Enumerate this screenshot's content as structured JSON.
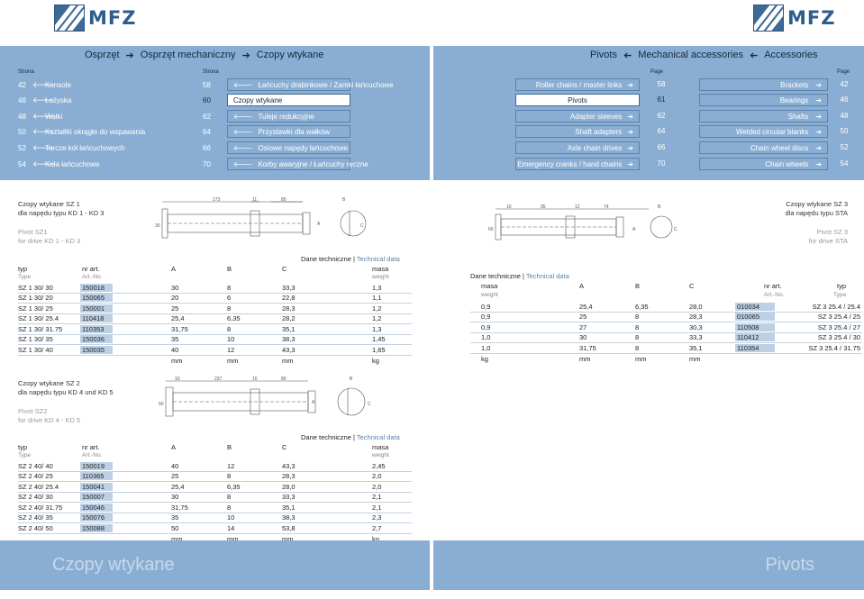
{
  "brand": {
    "left": "MFZ",
    "right": "MFZ"
  },
  "titles": {
    "pl": {
      "t1": "Osprzęt",
      "t2": "Osprzęt mechaniczny",
      "t3": "Czopy wtykane"
    },
    "en": {
      "t1": "Pivots",
      "t2": "Mechanical accessories",
      "t3": "Accessories"
    }
  },
  "nav": {
    "hdr_strona_1": "Strona",
    "hdr_strona_2": "Strona",
    "hdr_page_1": "Page",
    "hdr_page_2": "Page",
    "left": [
      {
        "n": "42",
        "label": "Konsole"
      },
      {
        "n": "46",
        "label": "Łożyska"
      },
      {
        "n": "48",
        "label": "Wałki"
      },
      {
        "n": "50",
        "label": "Kształtki okrągłe do wspawania"
      },
      {
        "n": "52",
        "label": "Tarcze kół łańcuchowych"
      },
      {
        "n": "54",
        "label": "Koła łańcuchowe"
      }
    ],
    "mid": [
      {
        "n": "58",
        "label": "Łańcuchy drabinkowe / Zamki łańcuchowe"
      },
      {
        "n": "60",
        "label": "Czopy wtykane"
      },
      {
        "n": "62",
        "label": "Tuleje redukcyjne"
      },
      {
        "n": "64",
        "label": "Przystawki dla wałków"
      },
      {
        "n": "66",
        "label": "Osiowe napędy łańcuchowe"
      },
      {
        "n": "70",
        "label": "Korby awaryjne / Łańcuchy ręczne"
      }
    ],
    "mid_en": [
      {
        "n": "58",
        "label": "Roller chains / master links"
      },
      {
        "n": "61",
        "label": "Pivots"
      },
      {
        "n": "62",
        "label": "Adapter sleeves"
      },
      {
        "n": "64",
        "label": "Shaft adapters"
      },
      {
        "n": "66",
        "label": "Axle chain drives"
      },
      {
        "n": "70",
        "label": "Emergency cranks / hand chains"
      }
    ],
    "right": [
      {
        "n": "42",
        "label": "Brackets"
      },
      {
        "n": "46",
        "label": "Bearings"
      },
      {
        "n": "48",
        "label": "Shafts"
      },
      {
        "n": "50",
        "label": "Welded circular blanks"
      },
      {
        "n": "52",
        "label": "Chain wheel discs"
      },
      {
        "n": "54",
        "label": "Chain wheels"
      }
    ]
  },
  "sz1": {
    "title_pl": "Czopy wtykane SZ 1",
    "sub_pl": "dla napędu typu KD 1 - KD 3",
    "title_en": "Pivot SZ1",
    "sub_en": "for drive KD 1 - KD 3",
    "tech": "Dane techniczne",
    "tech_en": "Technical data",
    "cols": {
      "typ": "typ",
      "type": "Type",
      "nr": "nr art.",
      "art": "Art.-No.",
      "a": "A",
      "b": "B",
      "c": "C",
      "masa": "masa",
      "weight": "weight"
    },
    "rows": [
      [
        "SZ 1 30/ 30",
        "150018",
        "30",
        "8",
        "33,3",
        "1,3"
      ],
      [
        "SZ 1 30/ 20",
        "150065",
        "20",
        "6",
        "22,8",
        "1,1"
      ],
      [
        "SZ 1 30/ 25",
        "150001",
        "25",
        "8",
        "28,3",
        "1,2"
      ],
      [
        "SZ 1 30/ 25.4",
        "110418",
        "25,4",
        "6,35",
        "28,2",
        "1,2"
      ],
      [
        "SZ 1 30/ 31.75",
        "110353",
        "31,75",
        "8",
        "35,1",
        "1,3"
      ],
      [
        "SZ 1 30/ 35",
        "150036",
        "35",
        "10",
        "38,3",
        "1,45"
      ],
      [
        "SZ 1 30/ 40",
        "150035",
        "40",
        "12",
        "43,3",
        "1,65"
      ]
    ],
    "units": [
      "mm",
      "mm",
      "mm",
      "kg"
    ],
    "dims": [
      "173",
      "11",
      "80",
      "B",
      "A",
      "C",
      "30"
    ]
  },
  "sz3": {
    "title_pl": "Czopy wtykane SZ 3",
    "sub_pl": "dla napędu typu STA",
    "title_en": "Pivot SZ 3",
    "sub_en": "for drive STA",
    "tech": "Dane techniczne",
    "tech_en": "Technical data",
    "cols": {
      "masa": "masa",
      "weight": "weight",
      "a": "A",
      "b": "B",
      "c": "C",
      "nr": "nr art.",
      "art": "Art.-No.",
      "typ": "typ",
      "type": "Type"
    },
    "rows": [
      [
        "0,9",
        "25,4",
        "6,35",
        "28,0",
        "010034",
        "SZ 3 25.4 / 25.4"
      ],
      [
        "0,9",
        "25",
        "8",
        "28,3",
        "010065",
        "SZ 3 25.4 / 25"
      ],
      [
        "0,9",
        "27",
        "8",
        "30,3",
        "110508",
        "SZ 3 25.4 / 27"
      ],
      [
        "1,0",
        "30",
        "8",
        "33,3",
        "110412",
        "SZ 3 25.4 / 30"
      ],
      [
        "1,0",
        "31,75",
        "8",
        "35,1",
        "110354",
        "SZ 3 25.4 / 31.75"
      ]
    ],
    "units": [
      "kg",
      "mm",
      "mm",
      "mm"
    ],
    "dims": [
      "10",
      "95",
      "12",
      "74",
      "B",
      "A",
      "C",
      "60"
    ]
  },
  "sz2": {
    "title_pl": "Czopy wtykane SZ 2",
    "sub_pl": "dla napędu typu KD 4 und KD 5",
    "title_en": "Pivot SZ2",
    "sub_en": "for drive KD 4 - KD 5",
    "tech": "Dane techniczne",
    "tech_en": "Technical data",
    "cols": {
      "typ": "typ",
      "type": "Type",
      "nr": "nr art.",
      "art": "Art.-No.",
      "a": "A",
      "b": "B",
      "c": "C",
      "masa": "masa",
      "weight": "weight"
    },
    "rows": [
      [
        "SZ 2 40/ 40",
        "150019",
        "40",
        "12",
        "43,3",
        "2,45"
      ],
      [
        "SZ 2 40/ 25",
        "110365",
        "25",
        "8",
        "28,3",
        "2,0"
      ],
      [
        "SZ 2 40/ 25.4",
        "150041",
        "25,4",
        "6,35",
        "28,0",
        "2,0"
      ],
      [
        "SZ 2 40/ 30",
        "150007",
        "30",
        "8",
        "33,3",
        "2,1"
      ],
      [
        "SZ 2 40/ 31.75",
        "150046",
        "31,75",
        "8",
        "35,1",
        "2,1"
      ],
      [
        "SZ 2 40/ 35",
        "150076",
        "35",
        "10",
        "38,3",
        "2,3"
      ],
      [
        "SZ 2 40/ 50",
        "150088",
        "50",
        "14",
        "53,8",
        "2,7"
      ]
    ],
    "units": [
      "mm",
      "mm",
      "mm",
      "kg"
    ],
    "dims": [
      "10",
      "237",
      "10",
      "80",
      "B",
      "A",
      "C",
      "50"
    ]
  },
  "footer": {
    "pl": "Czopy wtykane",
    "en": "Pivots"
  },
  "colors": {
    "band": "#8aaed3",
    "highlight": "#bcd0e6",
    "brand": "#2f5d8c"
  }
}
